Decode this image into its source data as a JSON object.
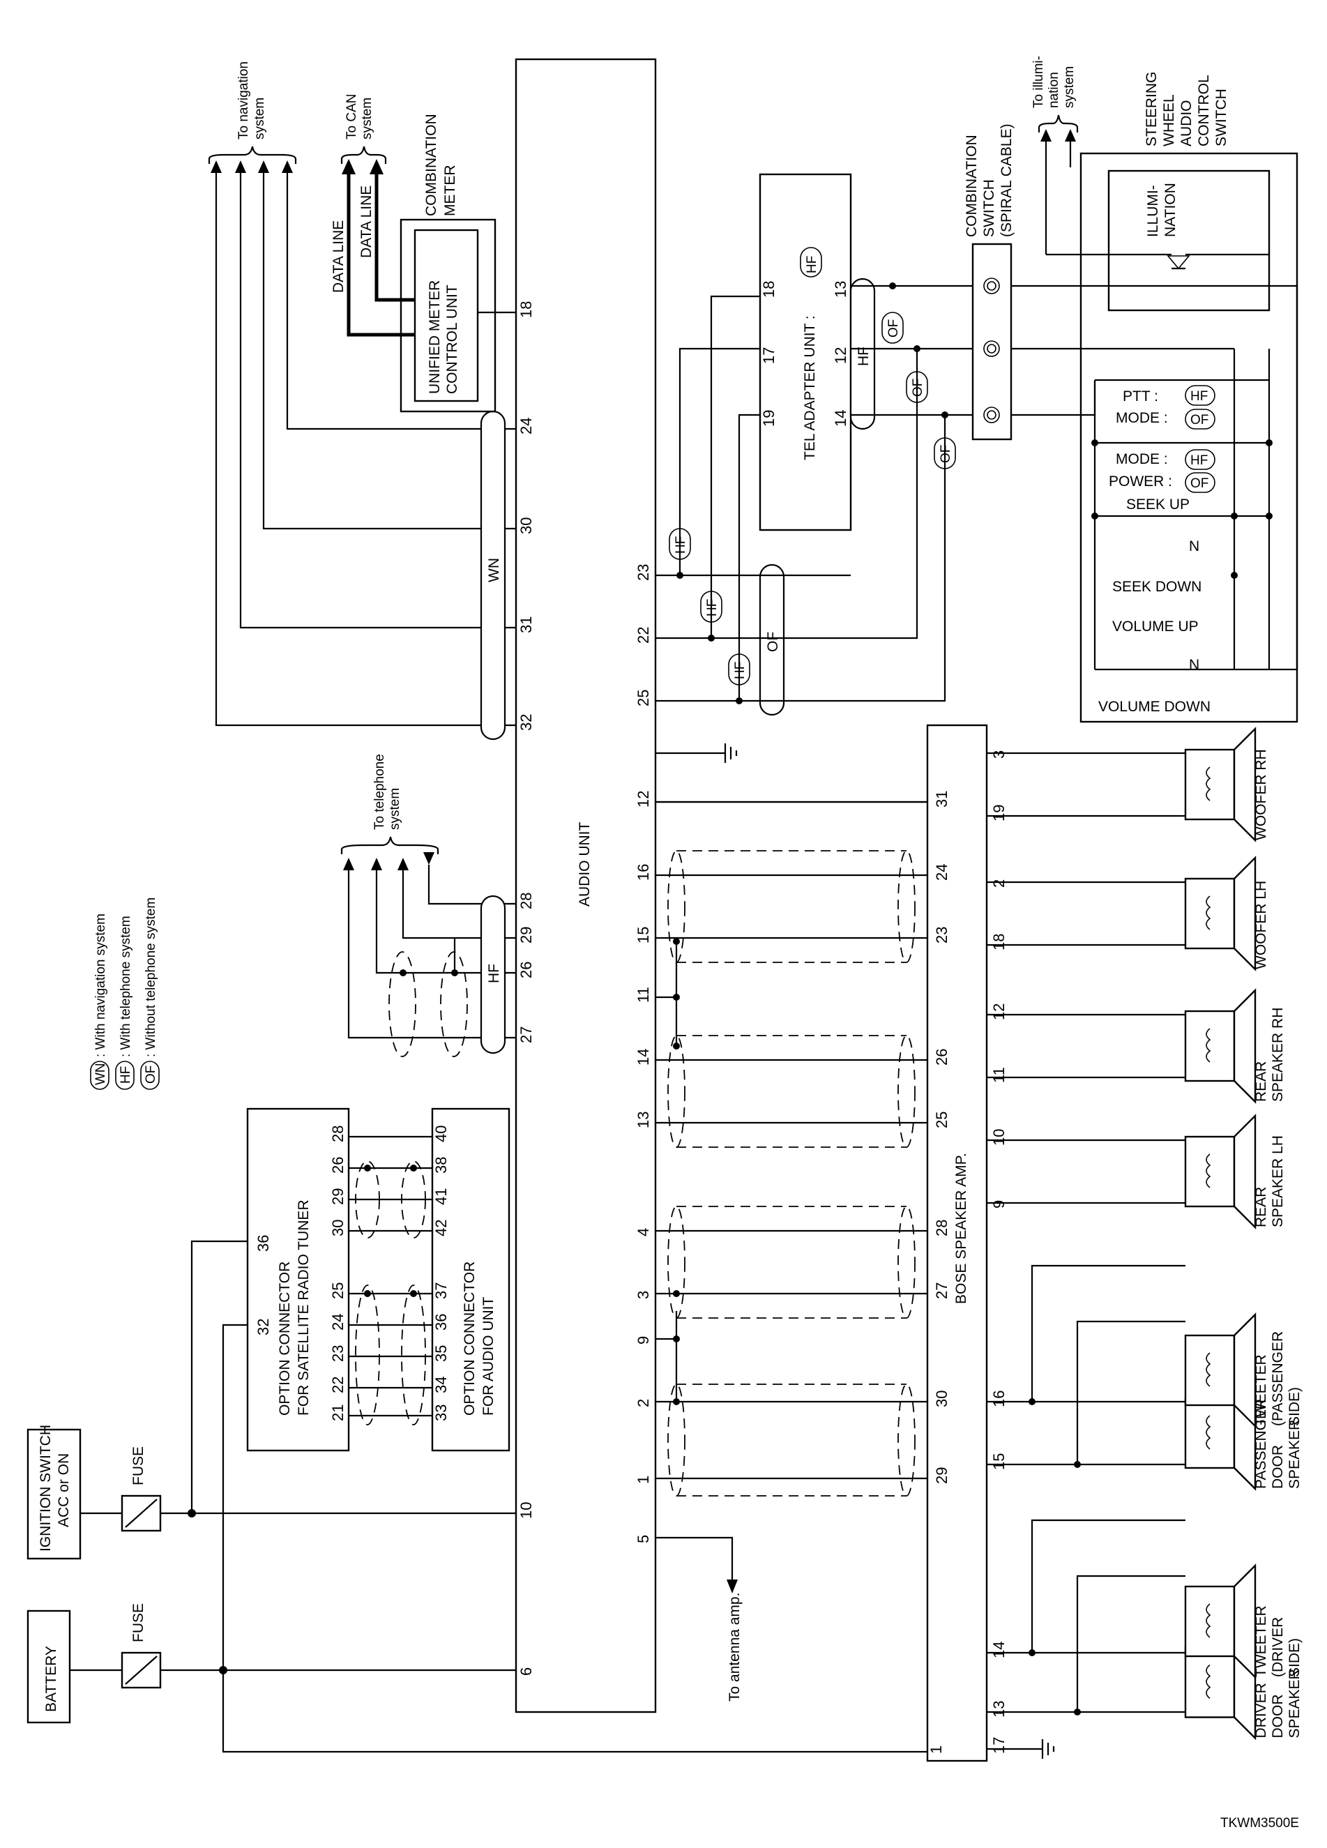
{
  "drawing_code": "TKWM3500E",
  "legend": [
    {
      "code": "WN",
      "text": ": With navigation system"
    },
    {
      "code": "HF",
      "text": ": With telephone system"
    },
    {
      "code": "OF",
      "text": ": Without telephone system"
    }
  ],
  "components": {
    "battery": "BATTERY",
    "ignition_switch": [
      "IGNITION SWITCH",
      "ACC or ON"
    ],
    "fuse": "FUSE",
    "audio_unit": "AUDIO UNIT",
    "bose_amp": "BOSE SPEAKER AMP.",
    "option_tuner": [
      "OPTION CONNECTOR",
      "FOR SATELLITE RADIO TUNER"
    ],
    "option_audio": [
      "OPTION CONNECTOR",
      "FOR AUDIO UNIT"
    ],
    "combination_meter": [
      "COMBINATION",
      "METER"
    ],
    "unified_meter": [
      "UNIFIED METER",
      "CONTROL UNIT"
    ],
    "tel_adapter": "TEL ADAPTER UNIT :",
    "combination_switch": [
      "COMBINATION",
      "SWITCH",
      "(SPIRAL CABLE)"
    ],
    "steering_switch": [
      "STEERING",
      "WHEEL",
      "AUDIO",
      "CONTROL",
      "SWITCH"
    ],
    "illumination": [
      "ILLUMI-",
      "NATION"
    ]
  },
  "destinations": {
    "navigation": [
      "To navigation",
      "system"
    ],
    "can": [
      "To CAN",
      "system"
    ],
    "illumination": [
      "To illumi-",
      "nation",
      "system"
    ],
    "telephone": [
      "To telephone",
      "system"
    ],
    "antenna": "To antenna amp."
  },
  "data_line": "DATA LINE",
  "harness_tags": {
    "wn": "WN",
    "hf": "HF",
    "of": "OF"
  },
  "switch_labels": {
    "ptt": "PTT :",
    "mode": "MODE :",
    "power": "POWER :",
    "seek_up": "SEEK UP",
    "seek_down": "SEEK DOWN",
    "volume_up": "VOLUME UP",
    "volume_down": "VOLUME DOWN",
    "n": "N"
  },
  "speakers": [
    "DRIVER DOOR SPEAKER",
    "TWEETER (DRIVER SIDE)",
    "PASSENGER DOOR SPEAKER",
    "TWEETER (PASSENGER SIDE)",
    "REAR SPEAKER LH",
    "REAR SPEAKER RH",
    "WOOFER LH",
    "WOOFER RH"
  ],
  "speaker_lines": [
    [
      "DRIVER",
      "DOOR",
      "SPEAKER"
    ],
    [
      "TWEETER",
      "(DRIVER",
      "SIDE)"
    ],
    [
      "PASSENGER",
      "DOOR",
      "SPEAKER"
    ],
    [
      "TWEETER",
      "(PASSENGER",
      "SIDE)"
    ],
    [
      "REAR",
      "SPEAKER LH"
    ],
    [
      "REAR",
      "SPEAKER RH"
    ],
    [
      "WOOFER LH"
    ],
    [
      "WOOFER RH"
    ]
  ],
  "audio_unit_pins": {
    "top": [
      "6",
      "10",
      "27",
      "26",
      "29",
      "28",
      "32",
      "31",
      "30",
      "24",
      "18"
    ],
    "bottom": [
      "5",
      "1",
      "2",
      "9",
      "3",
      "4",
      "13",
      "14",
      "11",
      "15",
      "16",
      "12",
      "25",
      "22",
      "23"
    ]
  },
  "amp_pins": {
    "top": [
      "29",
      "30",
      "27",
      "28",
      "25",
      "26",
      "23",
      "24",
      "31"
    ],
    "bottom": [
      "1",
      "17",
      "13",
      "14",
      "15",
      "16",
      "9",
      "10",
      "11",
      "12",
      "18",
      "2",
      "19",
      "3"
    ]
  },
  "option_tuner_pins": {
    "top": [
      "32",
      "36"
    ],
    "bottom": [
      "21",
      "22",
      "23",
      "24",
      "25",
      "30",
      "29",
      "26",
      "28"
    ]
  },
  "option_audio_pins": [
    "33",
    "34",
    "35",
    "36",
    "37",
    "42",
    "41",
    "38",
    "40"
  ],
  "tel_pins": [
    "19",
    "17",
    "18",
    "14",
    "12",
    "13"
  ]
}
